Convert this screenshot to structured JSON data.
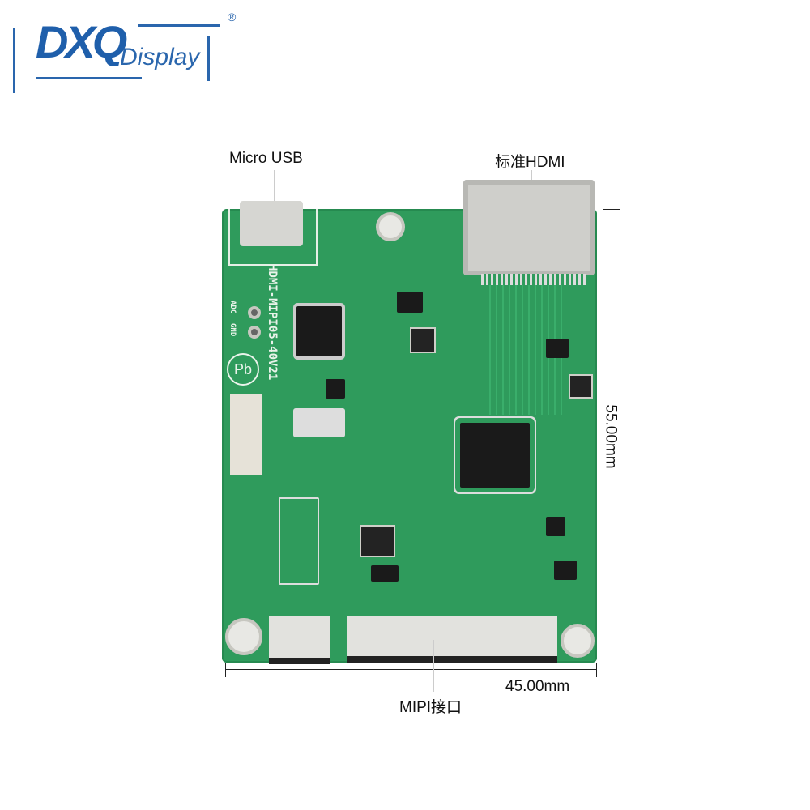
{
  "logo": {
    "brand": "DXQ",
    "sub": "Display",
    "reg": "®"
  },
  "labels": {
    "usb": "Micro USB",
    "hdmi": "标准HDMI",
    "height": "55.00mm",
    "width": "45.00mm",
    "mipi": "MIPI接口"
  },
  "silkscreen": {
    "model": "HDMI-MIPI05-40V21",
    "adc": "ADC",
    "gnd": "GND",
    "pb": "Pb"
  },
  "colors": {
    "brand": "#2a66ad",
    "pcb": "#2f9b5c"
  }
}
